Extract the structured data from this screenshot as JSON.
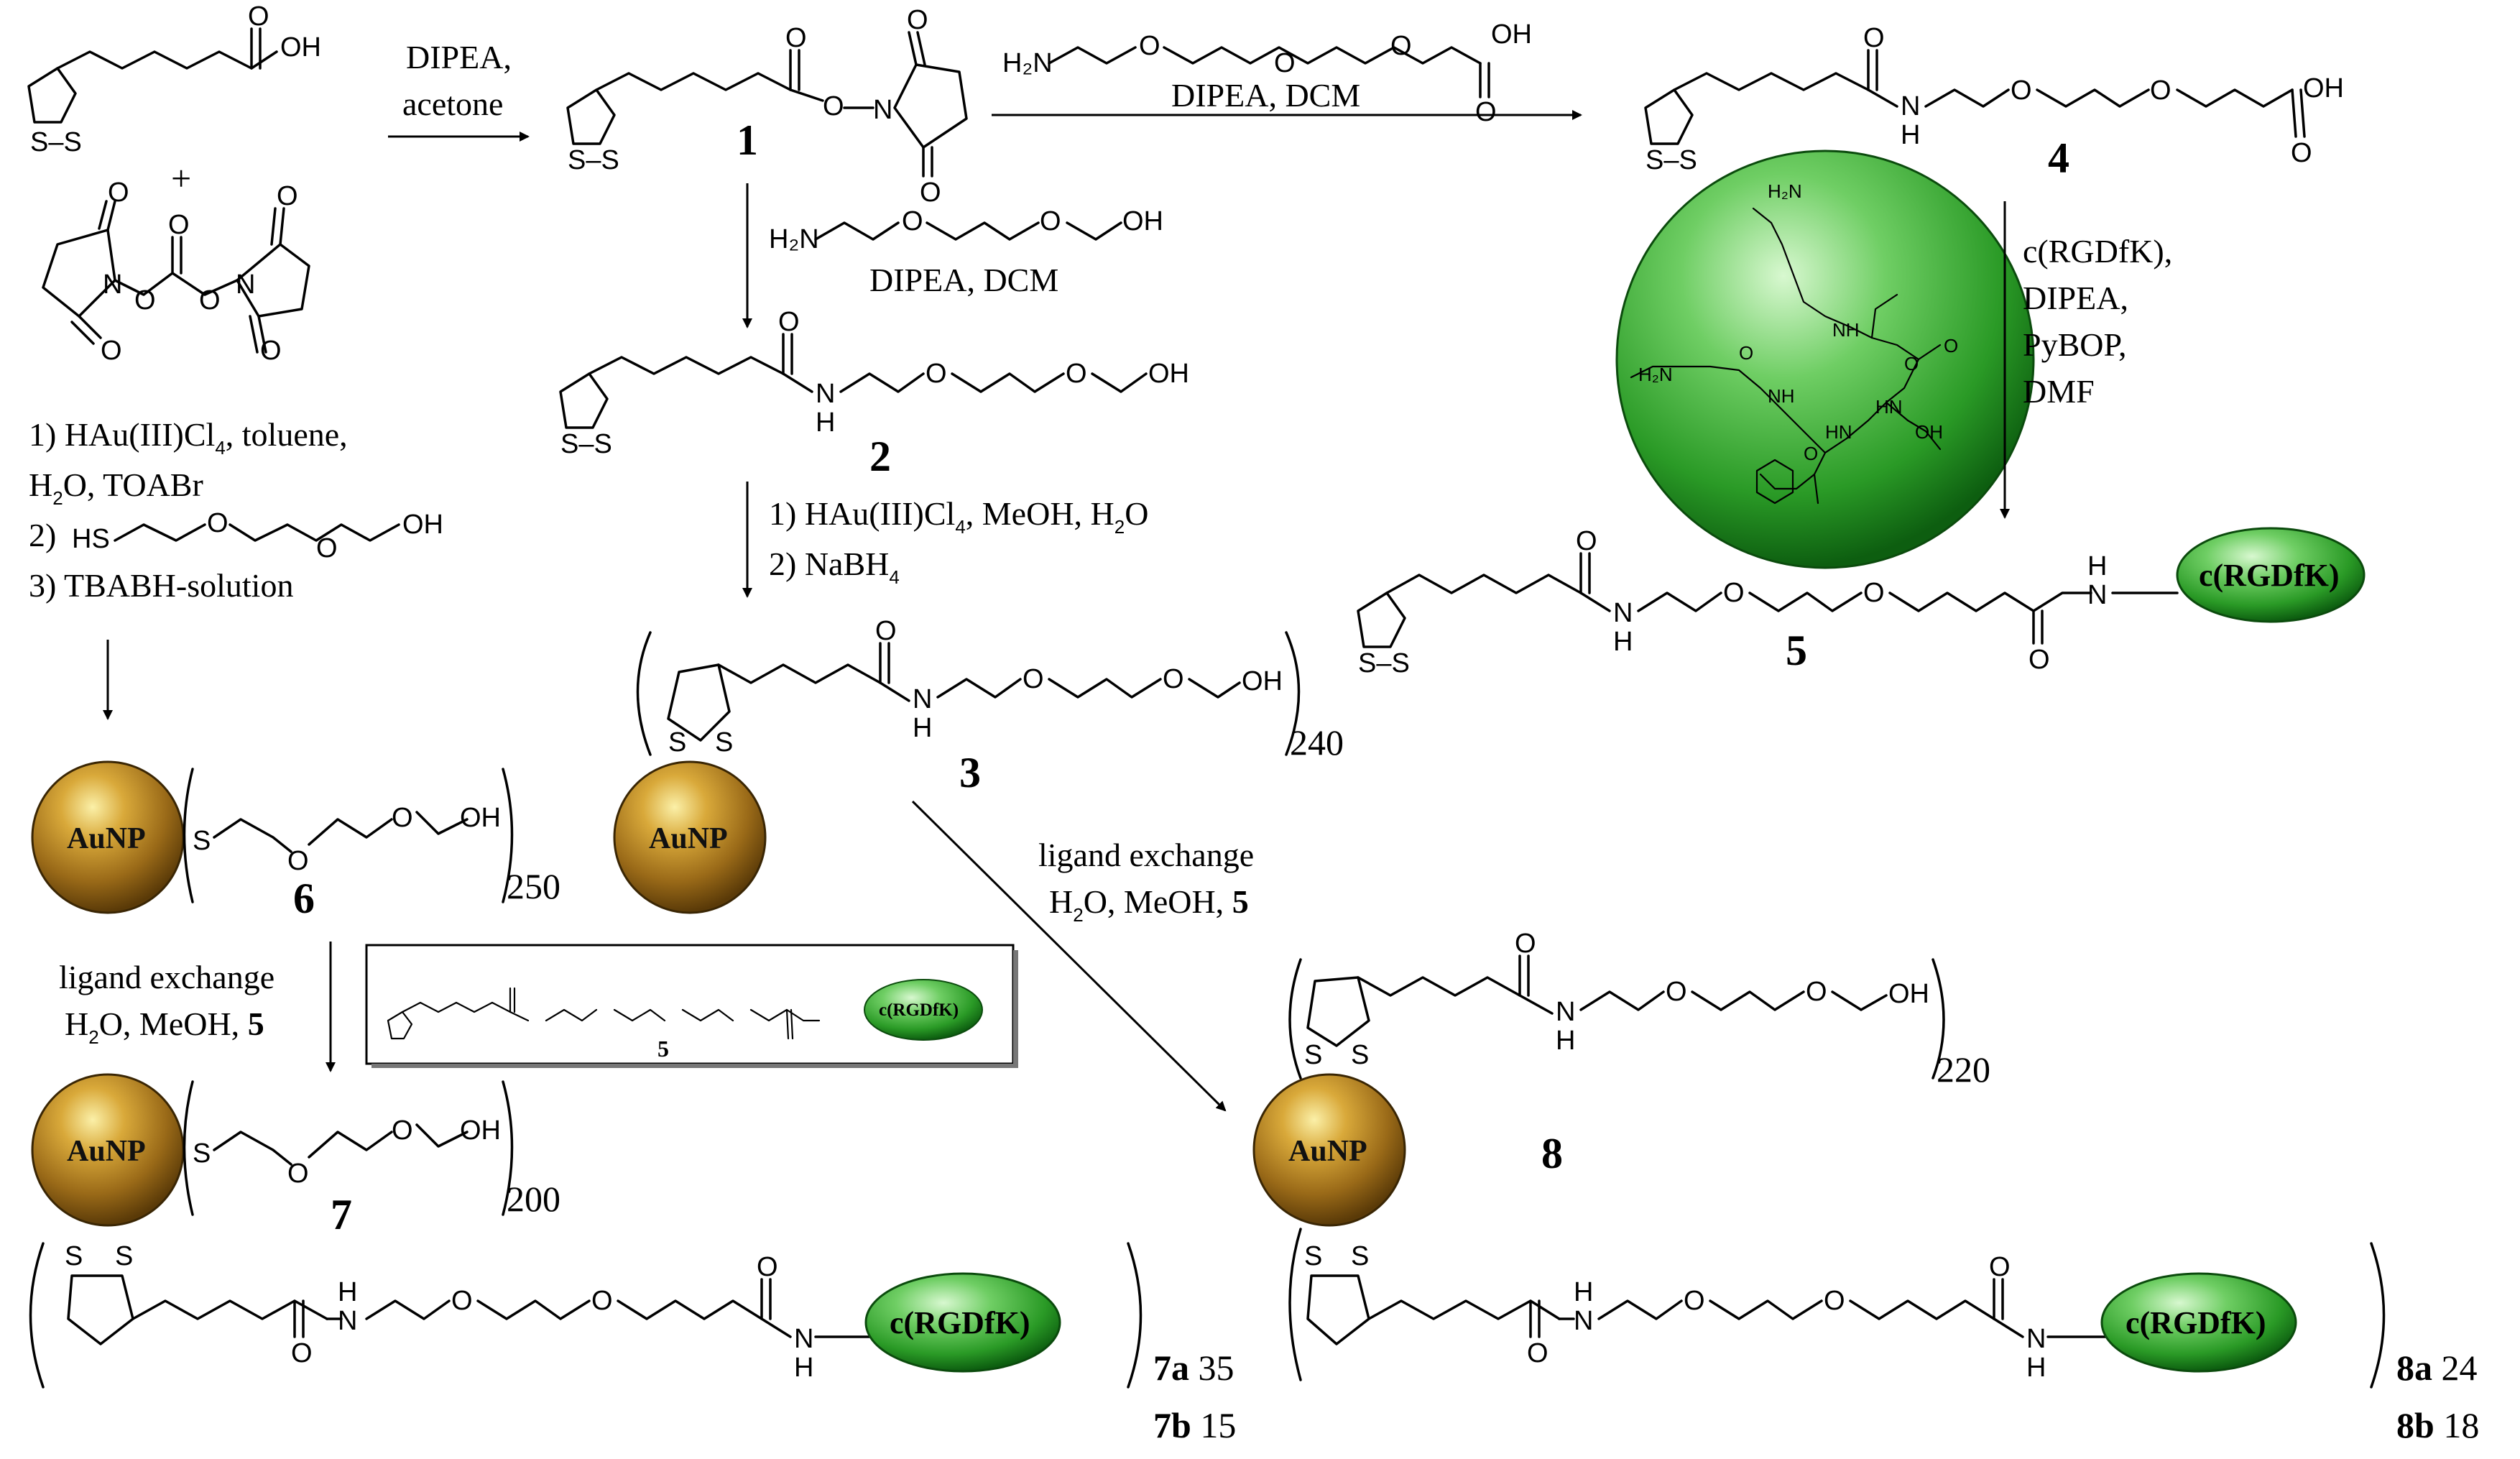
{
  "reagents": {
    "step1_a": "DIPEA,",
    "step1_b": "acetone",
    "amine_top": "DIPEA, DCM",
    "amine_mid": "DIPEA, DCM",
    "gold3_a": "1) HAu(III)Cl",
    "gold3_a_sub": "4",
    "gold3_a_tail": ", MeOH, H",
    "gold3_a_sub2": "2",
    "gold3_a_end": "O",
    "gold3_b": "2) NaBH",
    "gold3_b_sub": "4",
    "left_a": "1) HAu(III)Cl",
    "left_a_sub": "4",
    "left_a_tail": ", toluene,",
    "left_b": "H",
    "left_b_sub": "2",
    "left_b_tail": "O, TOABr",
    "left_c": "2)",
    "left_d": "3) TBABH-solution",
    "rgd_a": "c(RGDfK),",
    "rgd_b": "DIPEA,",
    "rgd_c": "PyBOP,",
    "rgd_d": "DMF",
    "lex1_a": "ligand exchange",
    "lex1_b": "H",
    "lex1_b_sub": "2",
    "lex1_b_tail": "O, MeOH, ",
    "lex1_b_num": "5",
    "lex2_a": "ligand exchange",
    "lex2_b": "H",
    "lex2_b_sub": "2",
    "lex2_b_tail": "O, MeOH, ",
    "lex2_b_num": "5",
    "plus": "+"
  },
  "labels": {
    "c1": "1",
    "c2": "2",
    "c3": "3",
    "c4": "4",
    "c5": "5",
    "c5_inset": "5",
    "c6": "6",
    "c7": "7",
    "c8": "8",
    "n3": "240",
    "n6": "250",
    "n7": "200",
    "n8": "220",
    "p7a": "7a",
    "v7a": " 35",
    "p7b": "7b",
    "v7b": " 15",
    "p8a": "8a",
    "v8a": " 24",
    "p8b": "8b",
    "v8b": " 18"
  },
  "atoms": {
    "oh": "OH",
    "o": "O",
    "n": "N",
    "h": "H",
    "s": "S",
    "ss": "S–S",
    "h2n": "H₂N",
    "hs": "HS",
    "nh": "NH",
    "hn": "HN"
  },
  "peptide_atoms": {
    "h2n": "H₂N",
    "nh": "NH",
    "hn": "HN",
    "o": "O",
    "oh": "OH"
  },
  "nanoparticle_label": "AuNP",
  "peptide_label": "c(RGDfK)",
  "colors": {
    "gold_light": "#f6df70",
    "gold_dark": "#6e4a0c",
    "green_light": "#b8f0b0",
    "green_dark": "#0f6b12"
  }
}
